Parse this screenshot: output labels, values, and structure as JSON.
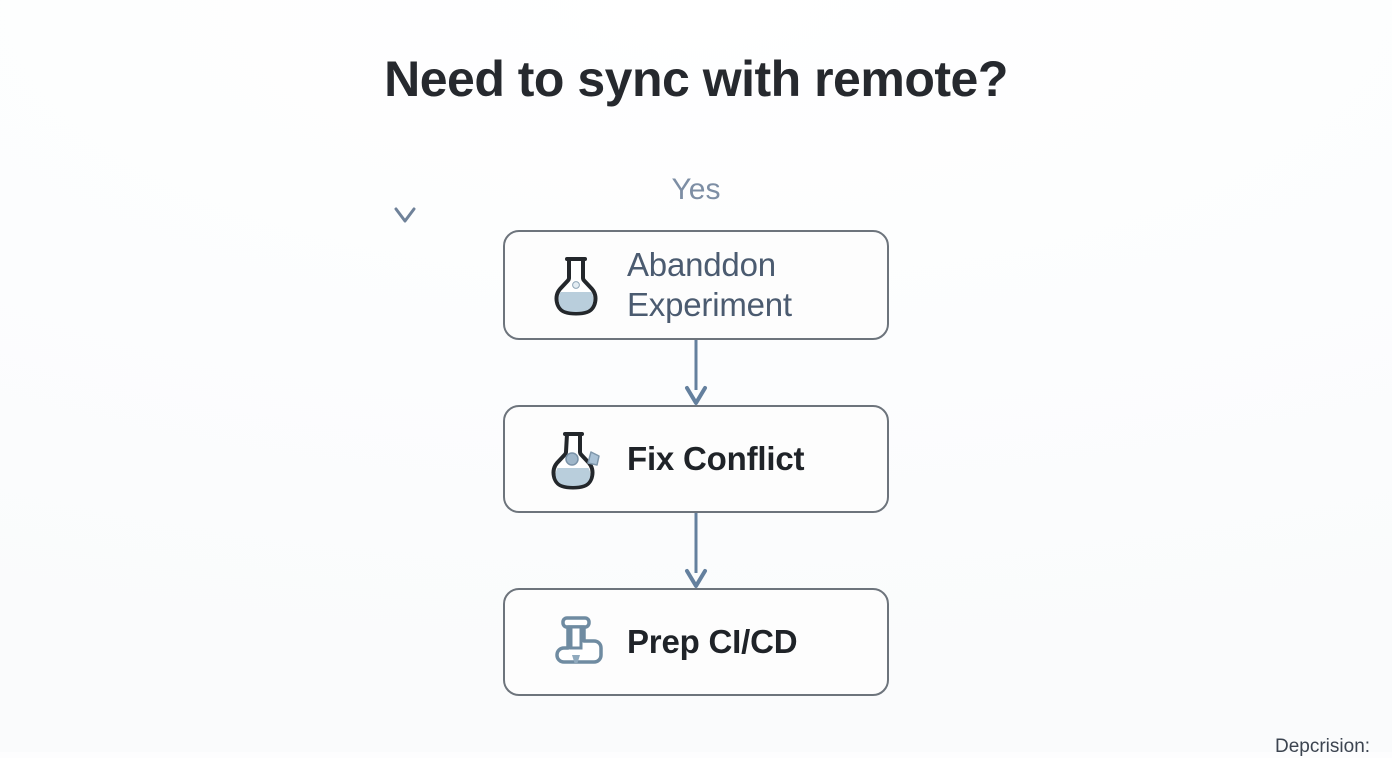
{
  "diagram": {
    "title": "Need to sync with remote?",
    "edge_label": "Yes",
    "nodes": [
      {
        "id": "abandon-experiment",
        "label_line1": "Abanddon",
        "label_line2": "Experiment",
        "icon": "flask-icon",
        "text_color": "#4b5b70"
      },
      {
        "id": "fix-conflict",
        "label_line1": "Fix Conflict",
        "label_line2": "",
        "icon": "flask-crystal-icon",
        "text_color": "#1f2328"
      },
      {
        "id": "prep-ci-cd",
        "label_line1": "Prep CI/CD",
        "label_line2": "",
        "icon": "apparatus-icon",
        "text_color": "#1f2328"
      }
    ],
    "connectors": [
      {
        "from": "abandon-experiment",
        "to": "fix-conflict",
        "style": "arrow-down"
      },
      {
        "from": "fix-conflict",
        "to": "prep-ci-cd",
        "style": "arrow-down"
      }
    ],
    "colors": {
      "background": "#fdfdfe",
      "title": "#26292e",
      "node_border": "#6d747c",
      "node_fill": "#fdfdfd",
      "connector": "#5b7architecture"
    }
  },
  "footer": {
    "caption": "Depcrision:"
  }
}
